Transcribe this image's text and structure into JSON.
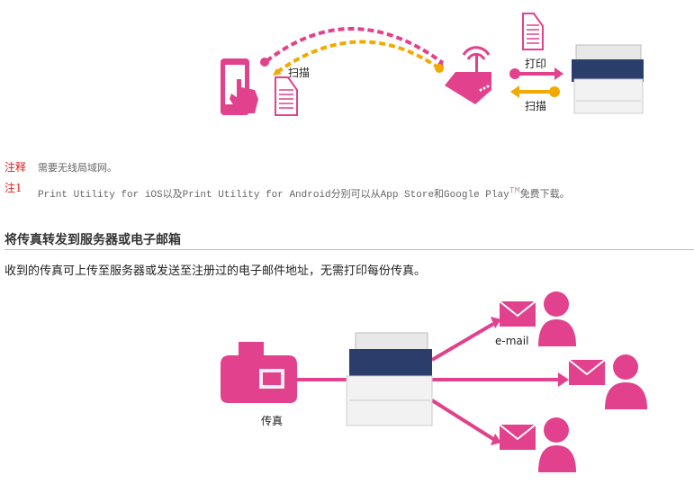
{
  "diagram1": {
    "scan_left": "扫描",
    "print": "打印",
    "scan_right": "扫描"
  },
  "notes": [
    {
      "label": "注释",
      "text": "需要无线局域网。"
    },
    {
      "label": "注1",
      "text_a": "Print Utility for iOS以及Print Utility for Android分别可以从App Store和Google Play",
      "sup": "TM",
      "text_b": "免费下载。"
    }
  ],
  "section": {
    "title": "将传真转发到服务器或电子邮箱",
    "description": "收到的传真可上传至服务器或发送至注册过的电子邮件地址，无需打印每份传真。"
  },
  "diagram2": {
    "fax_label": "传真",
    "email_label": "e-mail"
  },
  "colors": {
    "pink": "#e2418d",
    "orange": "#f2a900"
  }
}
